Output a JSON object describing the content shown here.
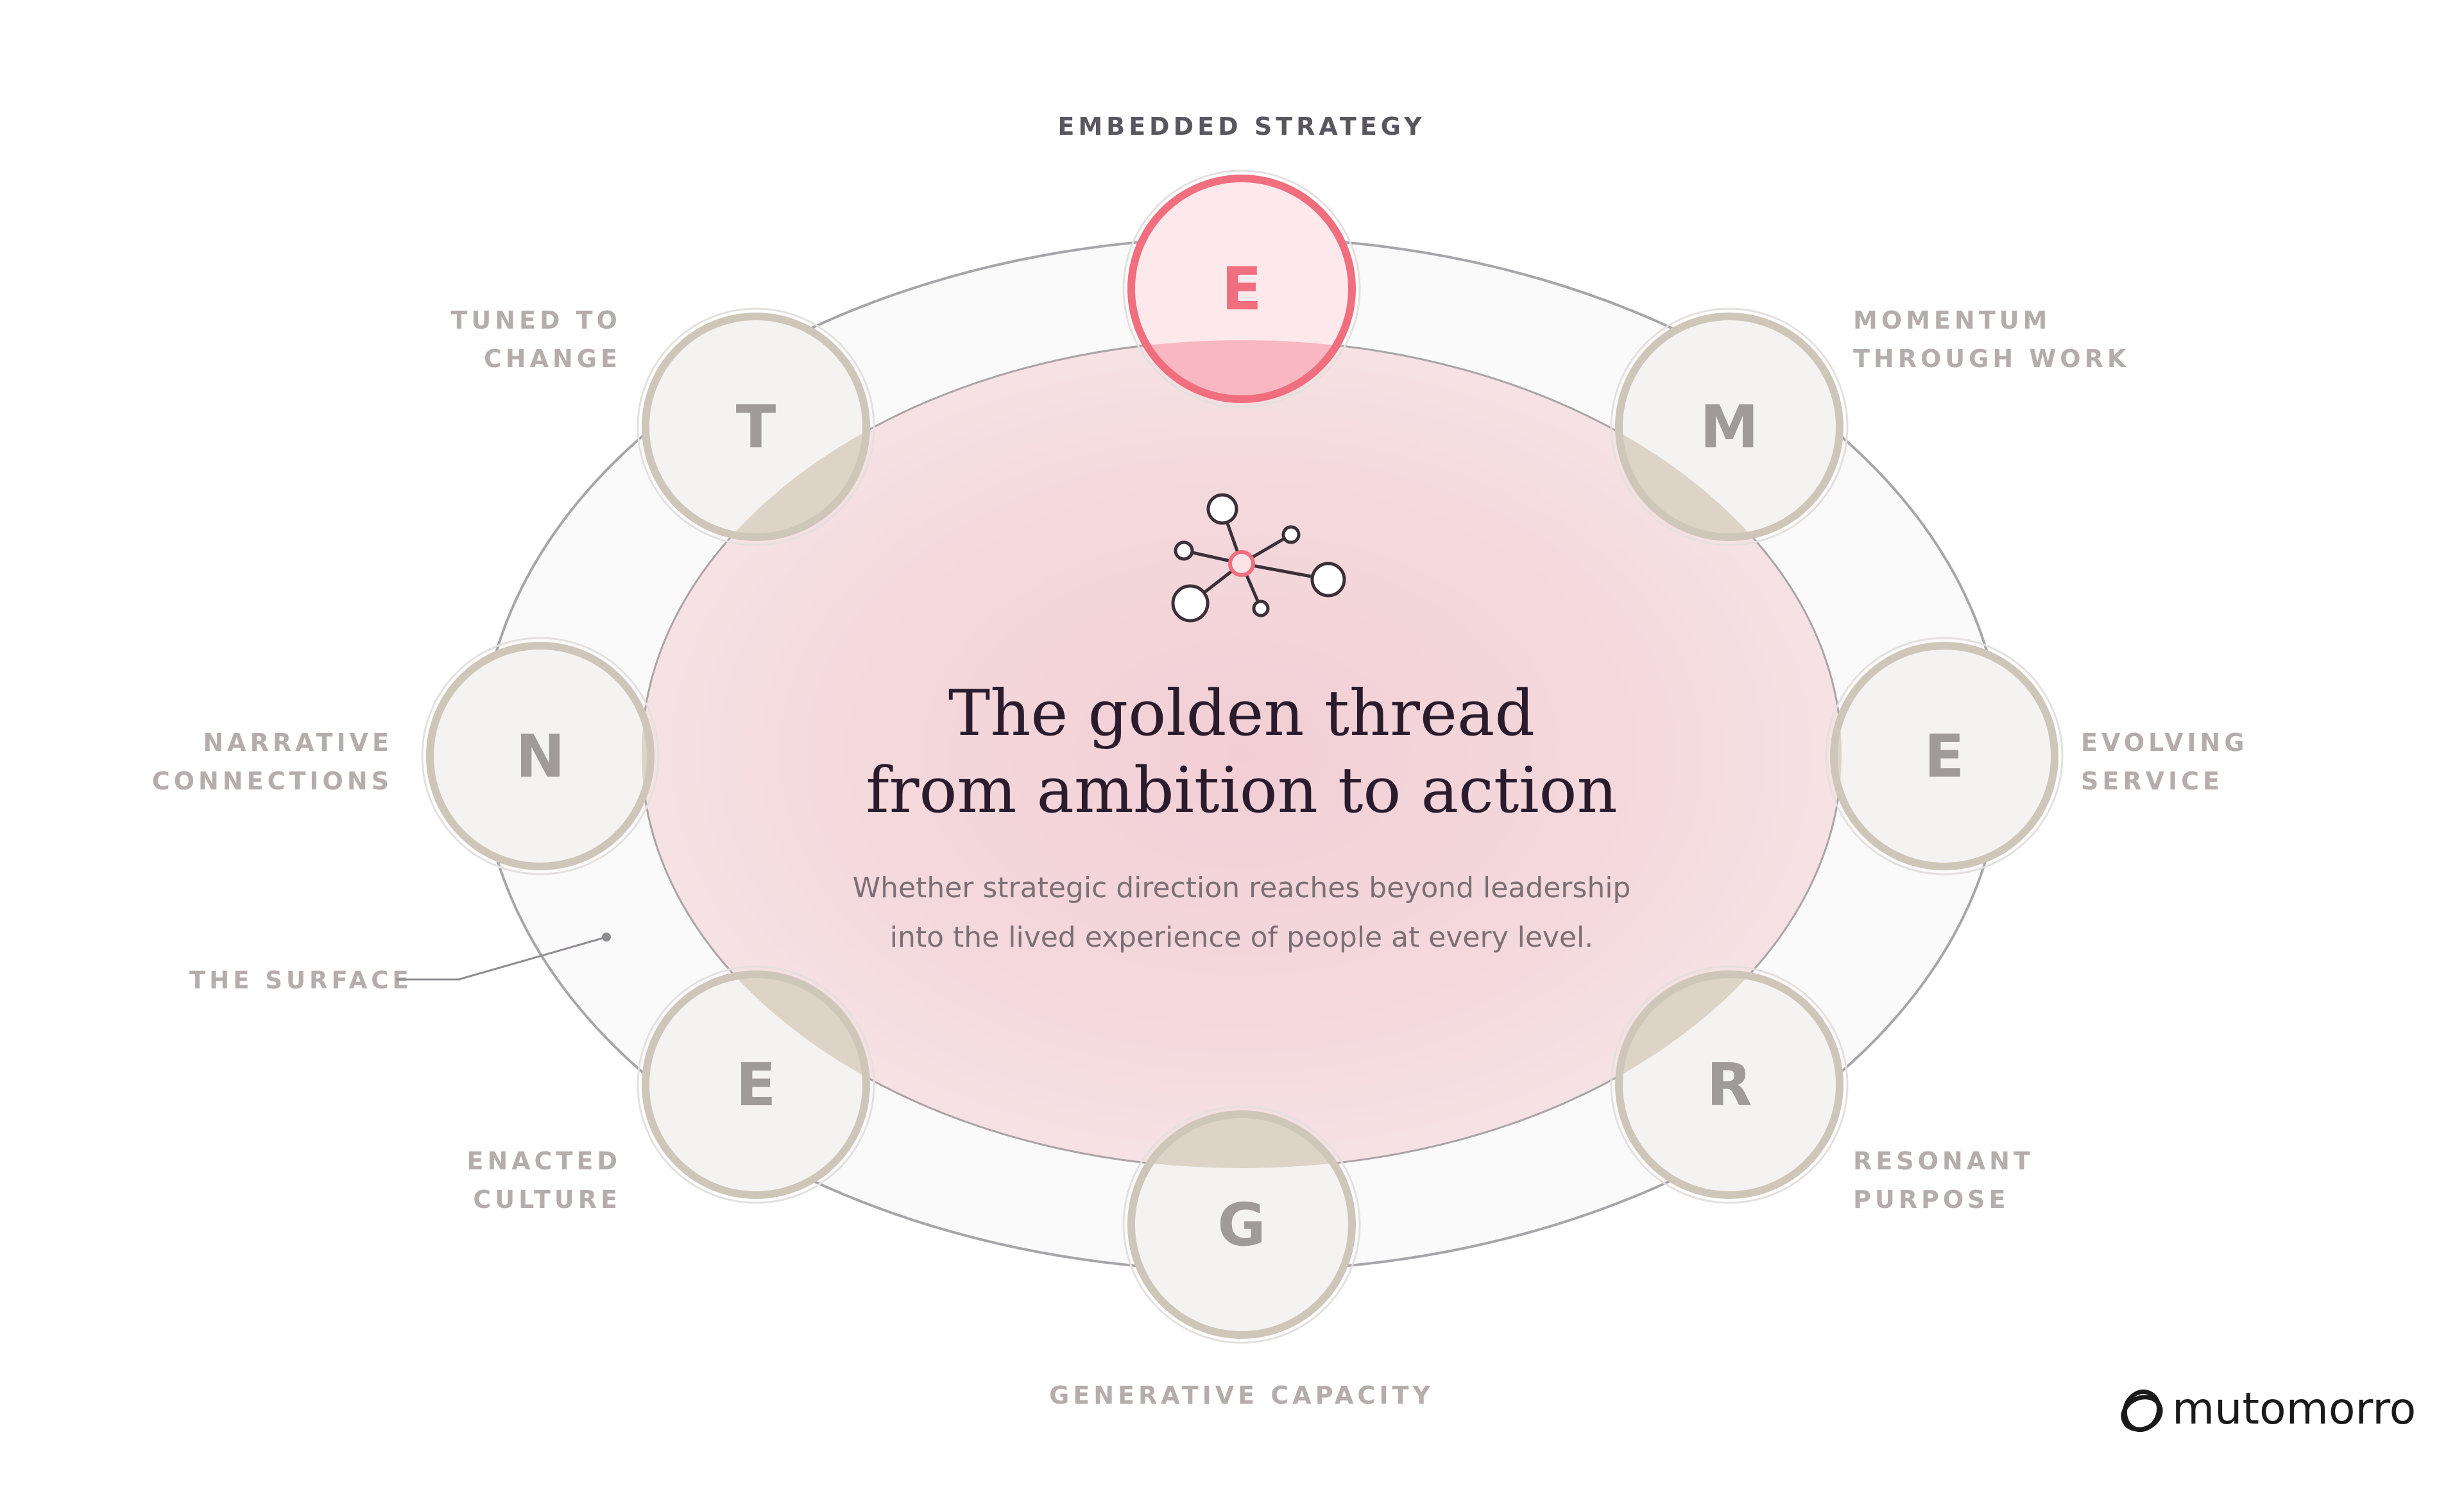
{
  "title": {
    "line1": "The golden thread",
    "line2": "from ambition to action"
  },
  "subtitle": {
    "line1": "Whether strategic direction reaches beyond leadership",
    "line2": "into the lived experience of people at every level."
  },
  "surface_label": "THE SURFACE",
  "brand": {
    "name": "mutomorro",
    "icon": "logo-ring-icon"
  },
  "center_icon": "network-icon",
  "colors": {
    "accent": "#f06e7e",
    "node_ring": "#cfc6ba",
    "node_fill": "#f5f3f1",
    "letter_grey": "#a09a9b",
    "core_fill": "#f3d4d8",
    "ring_fill": "#fbfafa",
    "outline": "#a7a5aa"
  },
  "nodes": [
    {
      "letter": "E",
      "label_lines": [
        "EMBEDDED STRATEGY"
      ],
      "highlighted": true
    },
    {
      "letter": "M",
      "label_lines": [
        "MOMENTUM",
        "THROUGH WORK"
      ],
      "highlighted": false
    },
    {
      "letter": "E",
      "label_lines": [
        "EVOLVING",
        "SERVICE"
      ],
      "highlighted": false
    },
    {
      "letter": "R",
      "label_lines": [
        "RESONANT",
        "PURPOSE"
      ],
      "highlighted": false
    },
    {
      "letter": "G",
      "label_lines": [
        "GENERATIVE CAPACITY"
      ],
      "highlighted": false
    },
    {
      "letter": "E",
      "label_lines": [
        "ENACTED",
        "CULTURE"
      ],
      "highlighted": false
    },
    {
      "letter": "N",
      "label_lines": [
        "NARRATIVE",
        "CONNECTIONS"
      ],
      "highlighted": false
    },
    {
      "letter": "T",
      "label_lines": [
        "TUNED TO",
        "CHANGE"
      ],
      "highlighted": false
    }
  ]
}
